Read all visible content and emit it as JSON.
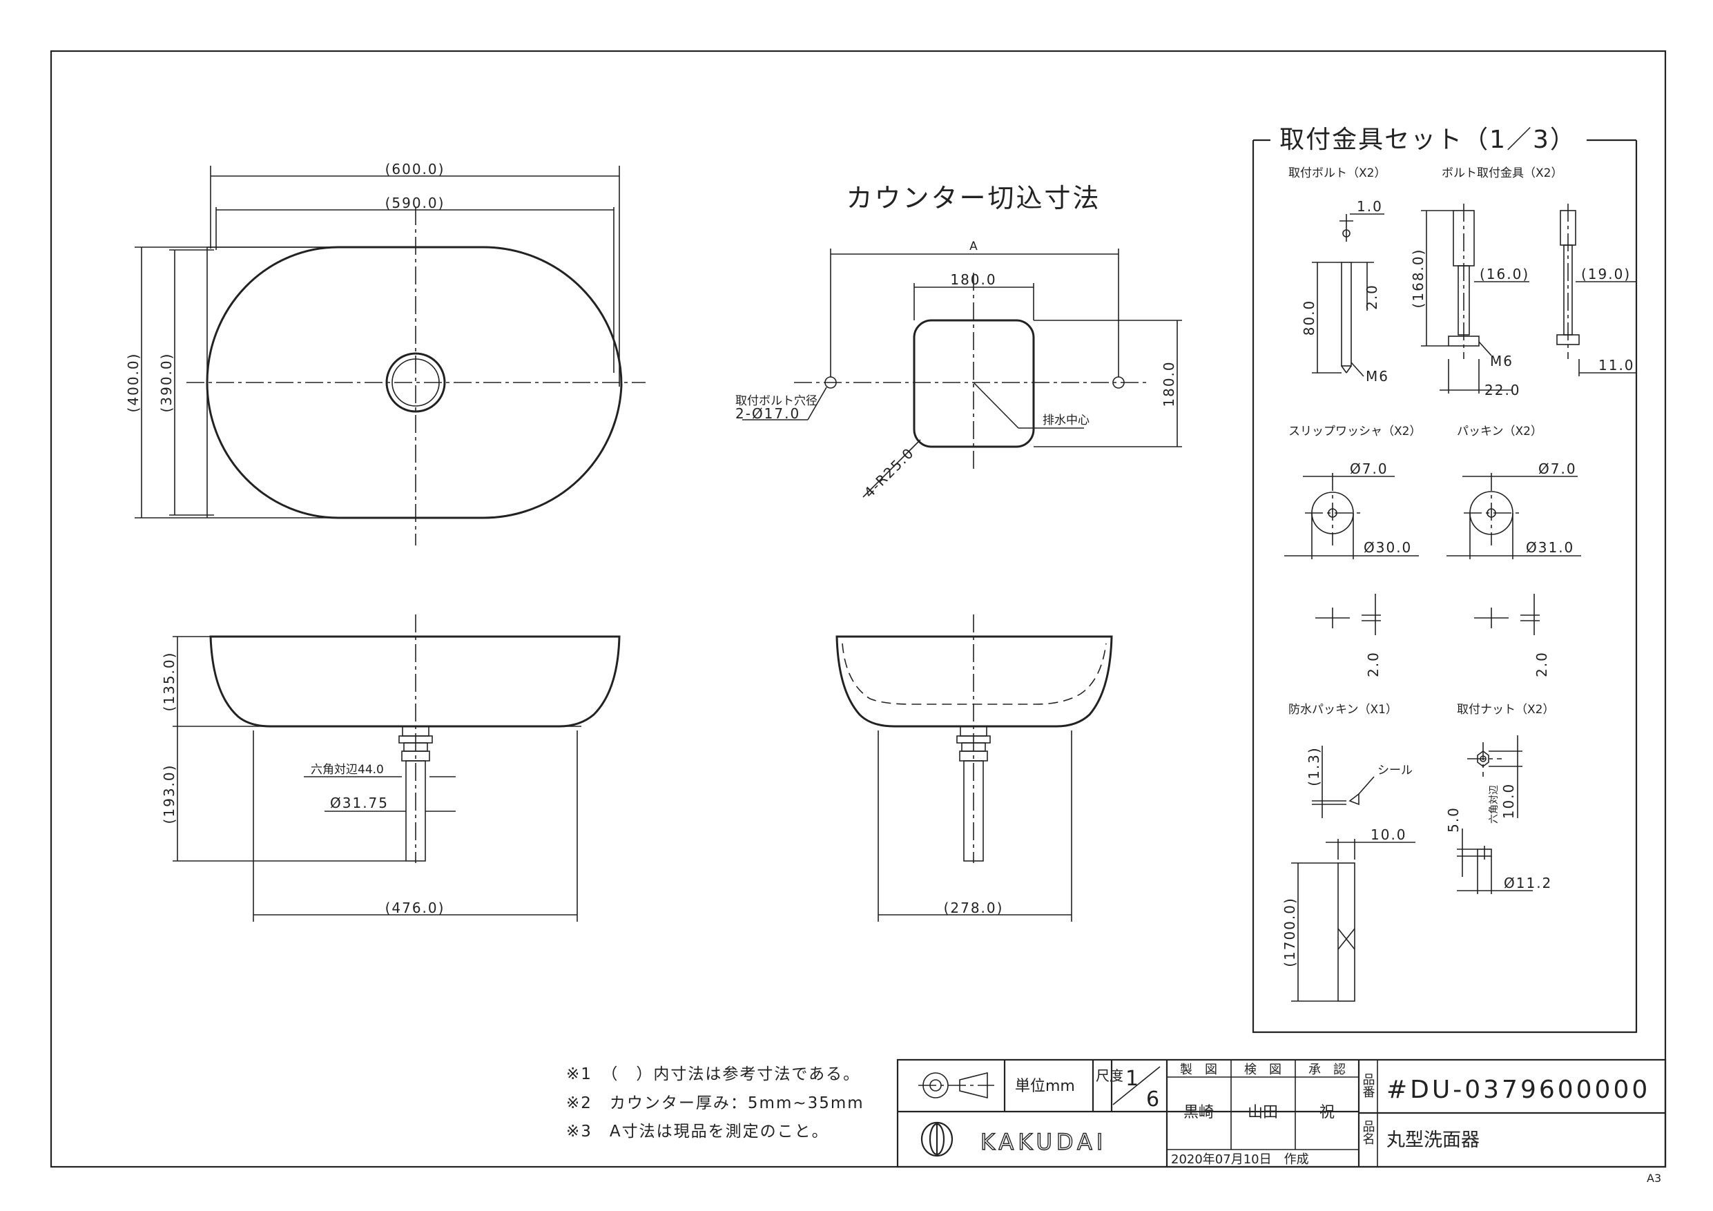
{
  "top_view": {
    "dim_width_outer": "(600.0)",
    "dim_width_inner": "(590.0)",
    "dim_height_outer": "(400.0)",
    "dim_height_inner": "(390.0)"
  },
  "cutout": {
    "title": "カウンター切込寸法",
    "dim_a": "A",
    "dim_width": "180.0",
    "dim_height": "180.0",
    "bolt_hole_label": "取付ボルト穴径",
    "bolt_hole_dim": "2-Ø17.0",
    "drain_center": "排水中心",
    "radius": "4-R25.0"
  },
  "side_view": {
    "dim_bowl_height": "(135.0)",
    "dim_drain_height": "(193.0)",
    "hex_label": "六角対辺44.0",
    "pipe_dia": "Ø31.75",
    "dim_bottom_width": "(476.0)"
  },
  "end_view": {
    "dim_bottom_width": "(278.0)"
  },
  "fittings": {
    "title": "取付金具セット（1／3）",
    "bolt": {
      "label": "取付ボルト（X2）",
      "d1": "1.0",
      "d2": "2.0",
      "length": "80.0",
      "thread": "M6"
    },
    "bracket": {
      "label": "ボルト取付金具（X2）",
      "height": "(168.0)",
      "d16": "(16.0)",
      "d19": "(19.0)",
      "thread": "M6",
      "d22": "22.0",
      "d11": "11.0"
    },
    "slip_washer": {
      "label": "スリップワッシャ（X2）",
      "inner": "Ø7.0",
      "outer": "Ø30.0",
      "thick": "2.0"
    },
    "packing": {
      "label": "パッキン（X2）",
      "inner": "Ø7.0",
      "outer": "Ø31.0",
      "thick": "2.0"
    },
    "waterproof": {
      "label": "防水パッキン（X1）",
      "thick": "(1.3)",
      "seal": "シール",
      "width": "10.0",
      "length": "(1700.0)"
    },
    "nut": {
      "label": "取付ナット（X2）",
      "hex": "六角対辺",
      "hex_val": "10.0",
      "height": "5.0",
      "dia": "Ø11.2"
    }
  },
  "notes": [
    "※1　（　）内寸法は参考寸法である。",
    "※2　カウンター厚み：5mm~35mm",
    "※3　A寸法は現品を測定のこと。"
  ],
  "title_block": {
    "unit_label": "単位mm",
    "scale_label": "尺度",
    "scale_num": "1",
    "scale_den": "6",
    "drawn_h": "製　図",
    "checked_h": "検　図",
    "approved_h": "承　認",
    "drawn": "黒崎",
    "checked": "山田",
    "approved": "祝",
    "date": "2020年07月10日　作成",
    "part_no_h": "品番",
    "part_no": "#DU-0379600000",
    "part_name_h": "品名",
    "part_name": "丸型洗面器",
    "logo": "KAKUDAI",
    "sheet": "A3"
  }
}
